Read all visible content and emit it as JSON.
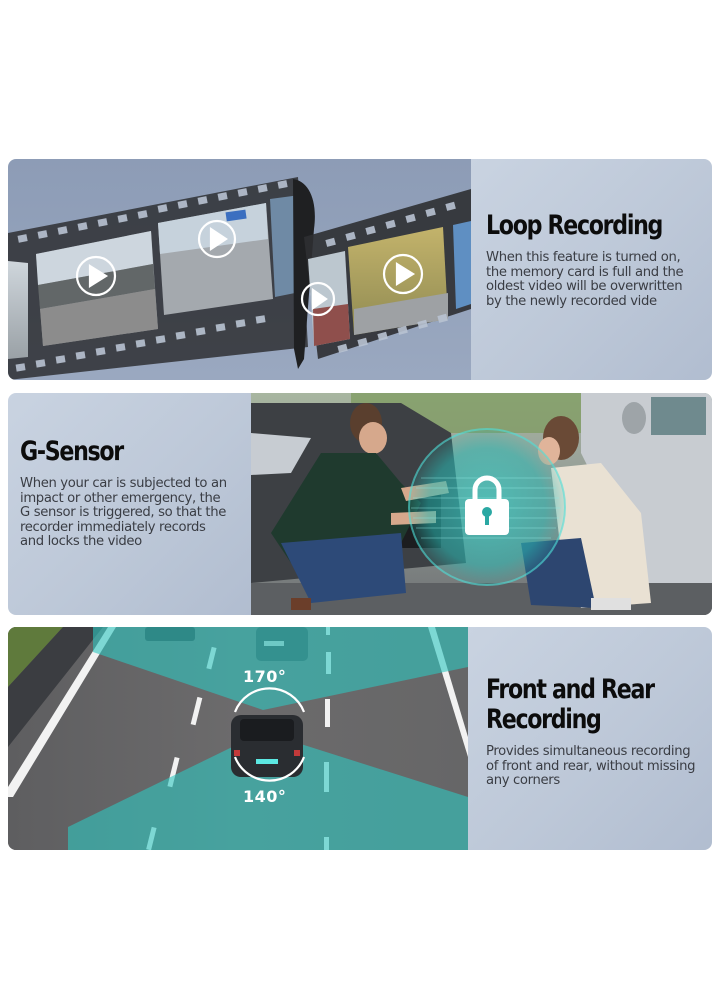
{
  "features": [
    {
      "id": "loop-recording",
      "title": "Loop Recording",
      "description_lines": [
        "When this feature is turned on,",
        "the memory card is full and the",
        "oldest video will be overwritten",
        "by the newly recorded vide"
      ],
      "image": "film-strip-with-video-thumbnails",
      "icons": [
        "play-icon",
        "play-icon",
        "play-icon",
        "play-icon"
      ]
    },
    {
      "id": "g-sensor",
      "title": "G-Sensor",
      "description_lines": [
        "When your car is subjected to an",
        "impact or other emergency, the",
        "G sensor is triggered, so that the",
        "recorder immediately records",
        "and locks the video"
      ],
      "image": "two-people-inspecting-car-collision",
      "icons": [
        "lock-icon"
      ]
    },
    {
      "id": "front-rear-recording",
      "title_lines": [
        "Front and Rear",
        "Recording"
      ],
      "description_lines": [
        "Provides simultaneous recording",
        "of front and rear, without missing",
        "any corners"
      ],
      "image": "highway-car-with-camera-view-cones",
      "front_angle": "170°",
      "rear_angle": "140°"
    }
  ],
  "colors": {
    "text_panel": "#bdc8d8",
    "title": "#0c0c0c",
    "description": "#3a3d44",
    "accent_teal": "#2fc6c0",
    "film_bg": "#93a2bb"
  }
}
